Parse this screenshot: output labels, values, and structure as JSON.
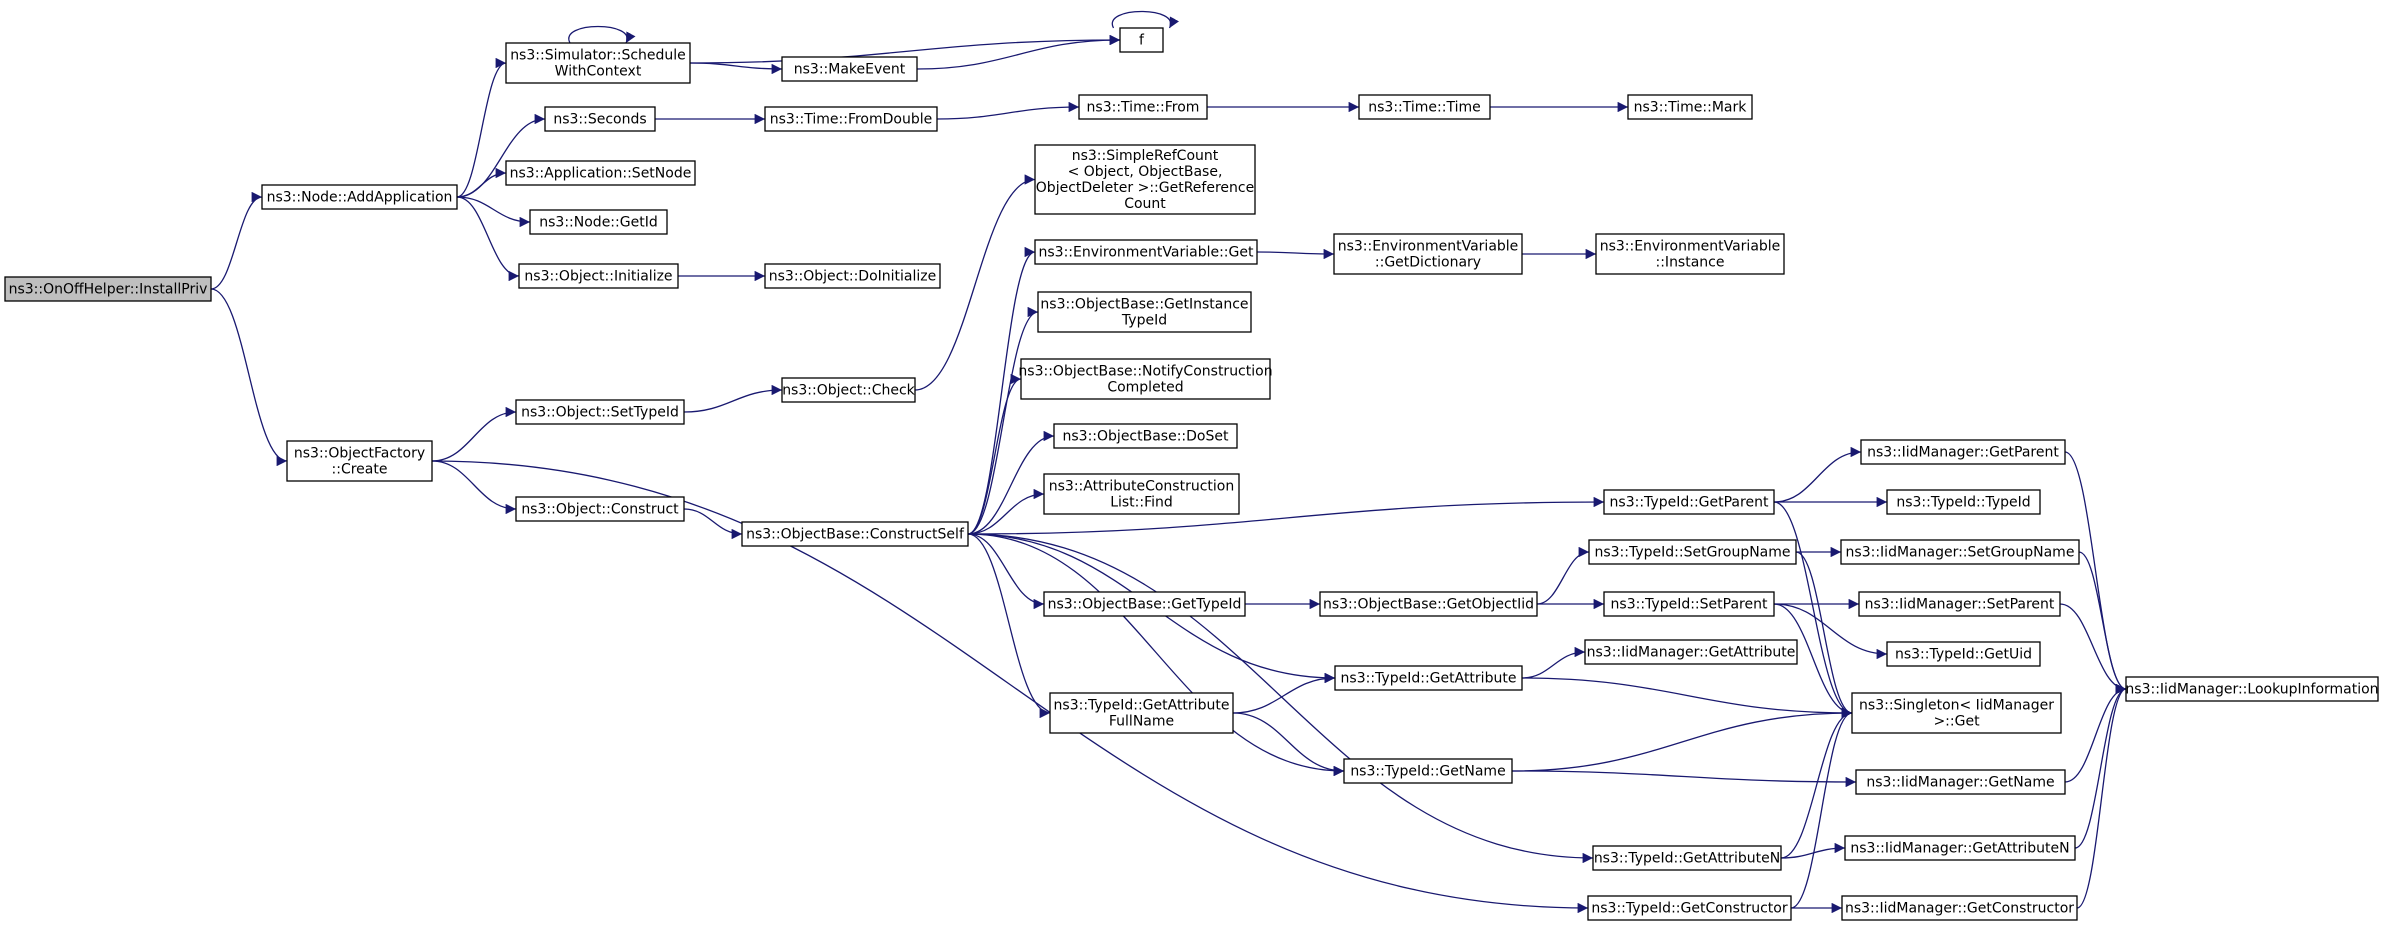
{
  "diagram": {
    "type": "doxygen call graph",
    "colors": {
      "edge": "#191970",
      "root_fill": "#bfbfbf",
      "node_fill": "#ffffff",
      "border": "#000000"
    },
    "nodes": [
      {
        "id": "root",
        "lines": [
          "ns3::OnOffHelper::InstallPriv"
        ],
        "root": true
      },
      {
        "id": "addapp",
        "lines": [
          "ns3::Node::AddApplication"
        ]
      },
      {
        "id": "create",
        "lines": [
          "ns3::ObjectFactory",
          "::Create"
        ]
      },
      {
        "id": "schedwc",
        "lines": [
          "ns3::Simulator::Schedule",
          "WithContext"
        ]
      },
      {
        "id": "seconds",
        "lines": [
          "ns3::Seconds"
        ]
      },
      {
        "id": "appsetnode",
        "lines": [
          "ns3::Application::SetNode"
        ]
      },
      {
        "id": "nodegetid",
        "lines": [
          "ns3::Node::GetId"
        ]
      },
      {
        "id": "objinit",
        "lines": [
          "ns3::Object::Initialize"
        ]
      },
      {
        "id": "makeevent",
        "lines": [
          "ns3::MakeEvent"
        ]
      },
      {
        "id": "f",
        "lines": [
          "f"
        ]
      },
      {
        "id": "fromdouble",
        "lines": [
          "ns3::Time::FromDouble"
        ]
      },
      {
        "id": "timefrom",
        "lines": [
          "ns3::Time::From"
        ]
      },
      {
        "id": "timetime",
        "lines": [
          "ns3::Time::Time"
        ]
      },
      {
        "id": "timemark",
        "lines": [
          "ns3::Time::Mark"
        ]
      },
      {
        "id": "doinit",
        "lines": [
          "ns3::Object::DoInitialize"
        ]
      },
      {
        "id": "settypeid",
        "lines": [
          "ns3::Object::SetTypeId"
        ]
      },
      {
        "id": "construct",
        "lines": [
          "ns3::Object::Construct"
        ]
      },
      {
        "id": "check",
        "lines": [
          "ns3::Object::Check"
        ]
      },
      {
        "id": "simplerefcount",
        "lines": [
          "ns3::SimpleRefCount",
          "< Object, ObjectBase,",
          " ObjectDeleter >::GetReference",
          "Count"
        ]
      },
      {
        "id": "constructself",
        "lines": [
          "ns3::ObjectBase::ConstructSelf"
        ]
      },
      {
        "id": "envget",
        "lines": [
          "ns3::EnvironmentVariable::Get"
        ]
      },
      {
        "id": "envdict",
        "lines": [
          "ns3::EnvironmentVariable",
          "::GetDictionary"
        ]
      },
      {
        "id": "envinst",
        "lines": [
          "ns3::EnvironmentVariable",
          "::Instance"
        ]
      },
      {
        "id": "getinsttid",
        "lines": [
          "ns3::ObjectBase::GetInstance",
          "TypeId"
        ]
      },
      {
        "id": "notify",
        "lines": [
          "ns3::ObjectBase::NotifyConstruction",
          "Completed"
        ]
      },
      {
        "id": "doset",
        "lines": [
          "ns3::ObjectBase::DoSet"
        ]
      },
      {
        "id": "attrfind",
        "lines": [
          "ns3::AttributeConstruction",
          "List::Find"
        ]
      },
      {
        "id": "obgettid",
        "lines": [
          "ns3::ObjectBase::GetTypeId"
        ]
      },
      {
        "id": "tgetattrfull",
        "lines": [
          "ns3::TypeId::GetAttribute",
          "FullName"
        ]
      },
      {
        "id": "getobjiid",
        "lines": [
          "ns3::ObjectBase::GetObjectIid"
        ]
      },
      {
        "id": "tgetparent",
        "lines": [
          "ns3::TypeId::GetParent"
        ]
      },
      {
        "id": "tsetgroup",
        "lines": [
          "ns3::TypeId::SetGroupName"
        ]
      },
      {
        "id": "tsetparent",
        "lines": [
          "ns3::TypeId::SetParent"
        ]
      },
      {
        "id": "tgetattr",
        "lines": [
          "ns3::TypeId::GetAttribute"
        ]
      },
      {
        "id": "tgetname",
        "lines": [
          "ns3::TypeId::GetName"
        ]
      },
      {
        "id": "tgetattrn",
        "lines": [
          "ns3::TypeId::GetAttributeN"
        ]
      },
      {
        "id": "tgetctor",
        "lines": [
          "ns3::TypeId::GetConstructor"
        ]
      },
      {
        "id": "iidgetattr",
        "lines": [
          "ns3::IidManager::GetAttribute"
        ]
      },
      {
        "id": "iidgetparent",
        "lines": [
          "ns3::IidManager::GetParent"
        ]
      },
      {
        "id": "typeidtypeid",
        "lines": [
          "ns3::TypeId::TypeId"
        ]
      },
      {
        "id": "iidsetgroup",
        "lines": [
          "ns3::IidManager::SetGroupName"
        ]
      },
      {
        "id": "iidsetparent",
        "lines": [
          "ns3::IidManager::SetParent"
        ]
      },
      {
        "id": "tgetuid",
        "lines": [
          "ns3::TypeId::GetUid"
        ]
      },
      {
        "id": "singleton",
        "lines": [
          "ns3::Singleton< IidManager",
          " >::Get"
        ]
      },
      {
        "id": "iidgetname",
        "lines": [
          "ns3::IidManager::GetName"
        ]
      },
      {
        "id": "iidgetattrn",
        "lines": [
          "ns3::IidManager::GetAttributeN"
        ]
      },
      {
        "id": "iidgetctor",
        "lines": [
          "ns3::IidManager::GetConstructor"
        ]
      },
      {
        "id": "lookup",
        "lines": [
          "ns3::IidManager::LookupInformation"
        ]
      }
    ],
    "edges": [
      [
        "root",
        "addapp"
      ],
      [
        "root",
        "create"
      ],
      [
        "addapp",
        "schedwc"
      ],
      [
        "addapp",
        "seconds"
      ],
      [
        "addapp",
        "appsetnode"
      ],
      [
        "addapp",
        "nodegetid"
      ],
      [
        "addapp",
        "objinit"
      ],
      [
        "schedwc",
        "schedwc"
      ],
      [
        "schedwc",
        "makeevent"
      ],
      [
        "schedwc",
        "f"
      ],
      [
        "makeevent",
        "f"
      ],
      [
        "f",
        "f"
      ],
      [
        "seconds",
        "fromdouble"
      ],
      [
        "fromdouble",
        "timefrom"
      ],
      [
        "timefrom",
        "timetime"
      ],
      [
        "timetime",
        "timemark"
      ],
      [
        "objinit",
        "doinit"
      ],
      [
        "create",
        "settypeid"
      ],
      [
        "create",
        "construct"
      ],
      [
        "create",
        "tgetctor"
      ],
      [
        "settypeid",
        "check"
      ],
      [
        "check",
        "simplerefcount"
      ],
      [
        "construct",
        "constructself"
      ],
      [
        "constructself",
        "envget"
      ],
      [
        "constructself",
        "getinsttid"
      ],
      [
        "constructself",
        "notify"
      ],
      [
        "constructself",
        "doset"
      ],
      [
        "constructself",
        "attrfind"
      ],
      [
        "constructself",
        "tgetparent"
      ],
      [
        "constructself",
        "obgettid"
      ],
      [
        "constructself",
        "tgetattr"
      ],
      [
        "constructself",
        "tgetattrfull"
      ],
      [
        "constructself",
        "tgetname"
      ],
      [
        "constructself",
        "tgetattrn"
      ],
      [
        "envget",
        "envdict"
      ],
      [
        "envdict",
        "envinst"
      ],
      [
        "obgettid",
        "getobjiid"
      ],
      [
        "getobjiid",
        "tsetgroup"
      ],
      [
        "getobjiid",
        "tsetparent"
      ],
      [
        "tgetattrfull",
        "tgetattr"
      ],
      [
        "tgetattrfull",
        "tgetname"
      ],
      [
        "tgetparent",
        "iidgetparent"
      ],
      [
        "tgetparent",
        "typeidtypeid"
      ],
      [
        "tgetparent",
        "singleton"
      ],
      [
        "tsetgroup",
        "iidsetgroup"
      ],
      [
        "tsetgroup",
        "singleton"
      ],
      [
        "tsetparent",
        "iidsetparent"
      ],
      [
        "tsetparent",
        "tgetuid"
      ],
      [
        "tsetparent",
        "singleton"
      ],
      [
        "tgetattr",
        "iidgetattr"
      ],
      [
        "tgetattr",
        "singleton"
      ],
      [
        "tgetname",
        "singleton"
      ],
      [
        "tgetname",
        "iidgetname"
      ],
      [
        "tgetattrn",
        "singleton"
      ],
      [
        "tgetattrn",
        "iidgetattrn"
      ],
      [
        "tgetctor",
        "singleton"
      ],
      [
        "tgetctor",
        "iidgetctor"
      ],
      [
        "iidgetparent",
        "lookup"
      ],
      [
        "iidsetgroup",
        "lookup"
      ],
      [
        "iidsetparent",
        "lookup"
      ],
      [
        "iidgetname",
        "lookup"
      ],
      [
        "iidgetattrn",
        "lookup"
      ],
      [
        "iidgetctor",
        "lookup"
      ]
    ]
  }
}
